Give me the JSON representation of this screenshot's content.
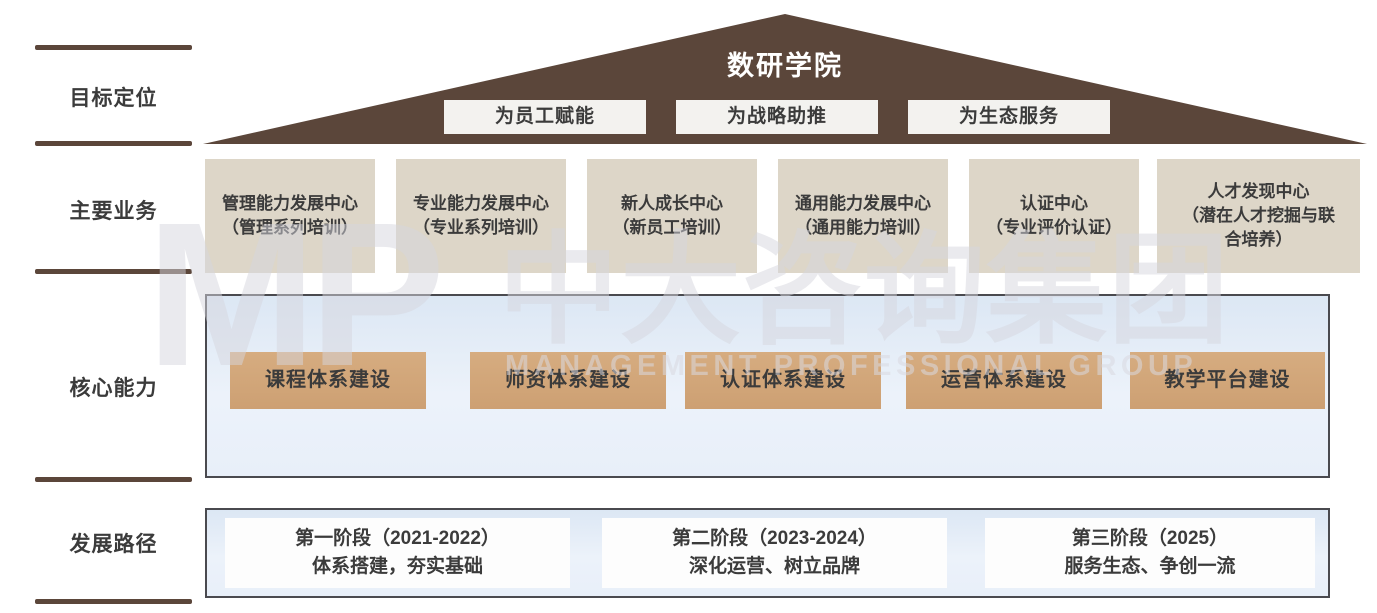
{
  "row_labels": [
    {
      "label": "目标定位"
    },
    {
      "label": "主要业务"
    },
    {
      "label": "核心能力"
    },
    {
      "label": "发展路径"
    }
  ],
  "pyramid": {
    "title": "数研学院",
    "goals": [
      {
        "label": "为员工赋能"
      },
      {
        "label": "为战略助推"
      },
      {
        "label": "为生态服务"
      }
    ]
  },
  "business_centers": [
    {
      "name": "管理能力发展中心",
      "sub": "（管理系列培训）"
    },
    {
      "name": "专业能力发展中心",
      "sub": "（专业系列培训）"
    },
    {
      "name": "新人成长中心",
      "sub": "（新员工培训）"
    },
    {
      "name": "通用能力发展中心",
      "sub": "（通用能力培训）"
    },
    {
      "name": "认证中心",
      "sub": "（专业评价认证）"
    },
    {
      "name": "人才发现中心",
      "sub": "（潜在人才挖掘与联合培养）"
    }
  ],
  "core_capabilities": [
    {
      "label": "课程体系建设"
    },
    {
      "label": "师资体系建设"
    },
    {
      "label": "认证体系建设"
    },
    {
      "label": "运营体系建设"
    },
    {
      "label": "教学平台建设"
    }
  ],
  "development_stages": [
    {
      "title": "第一阶段（2021-2022）",
      "desc": "体系搭建，夯实基础"
    },
    {
      "title": "第二阶段（2023-2024）",
      "desc": "深化运营、树立品牌"
    },
    {
      "title": "第三阶段（2025）",
      "desc": "服务生态、争创一流"
    }
  ],
  "watermark": {
    "logo": "MP",
    "name": "中大咨询集团",
    "subtitle": "MANAGEMENT PROFESSIONAL GROUP"
  },
  "colors": {
    "brown": "#5b463a",
    "tan_light": "#ddd6c8",
    "tan_dark": "#d0a478",
    "panel_blue": "#e8eff9",
    "panel_border": "#4a4a4f",
    "goal_box": "#f3f2ef",
    "text_dark": "#3b3b3b",
    "watermark_gray": "#d5d6de"
  }
}
